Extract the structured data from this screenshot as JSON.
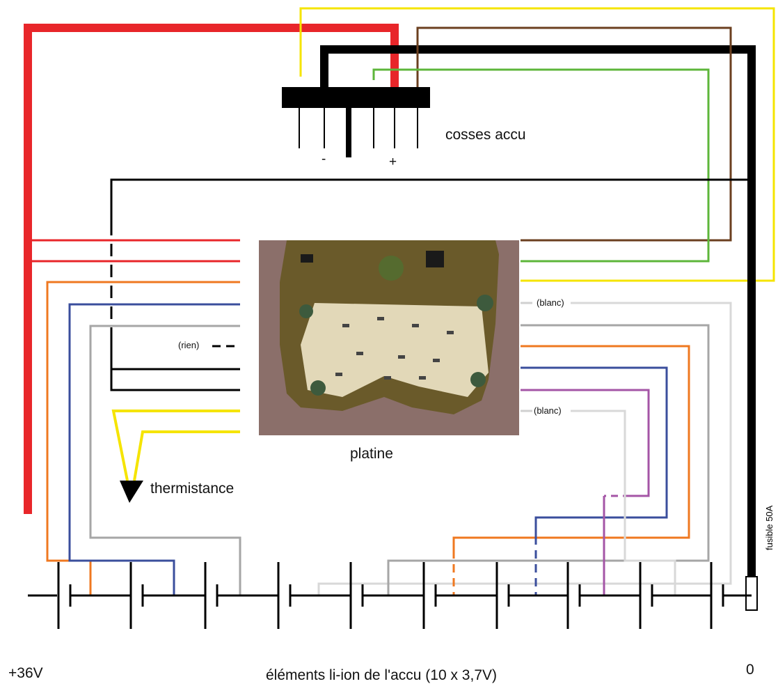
{
  "labels": {
    "battery_terminals": "cosses accu",
    "minus": "-",
    "plus": "+",
    "board": "platine",
    "thermistor": "thermistance",
    "nothing": "(rien)",
    "white_top": "(blanc)",
    "white_bottom": "(blanc)",
    "fuse": "fusible 50A",
    "positive_voltage": "+36V",
    "zero": "0",
    "cells": "éléments li-ion de l'accu (10 x 3,7V)"
  },
  "colors": {
    "red": "#e8262a",
    "black": "#000000",
    "yellow": "#f5e400",
    "brown": "#6b3f1f",
    "green": "#5db63a",
    "orange": "#ef7820",
    "blue": "#3a4e9c",
    "gray": "#a6a6a6",
    "lightgray": "#d8d8d8",
    "purple": "#a455a6"
  },
  "photo": {
    "description_icon": "pcb-photo"
  }
}
